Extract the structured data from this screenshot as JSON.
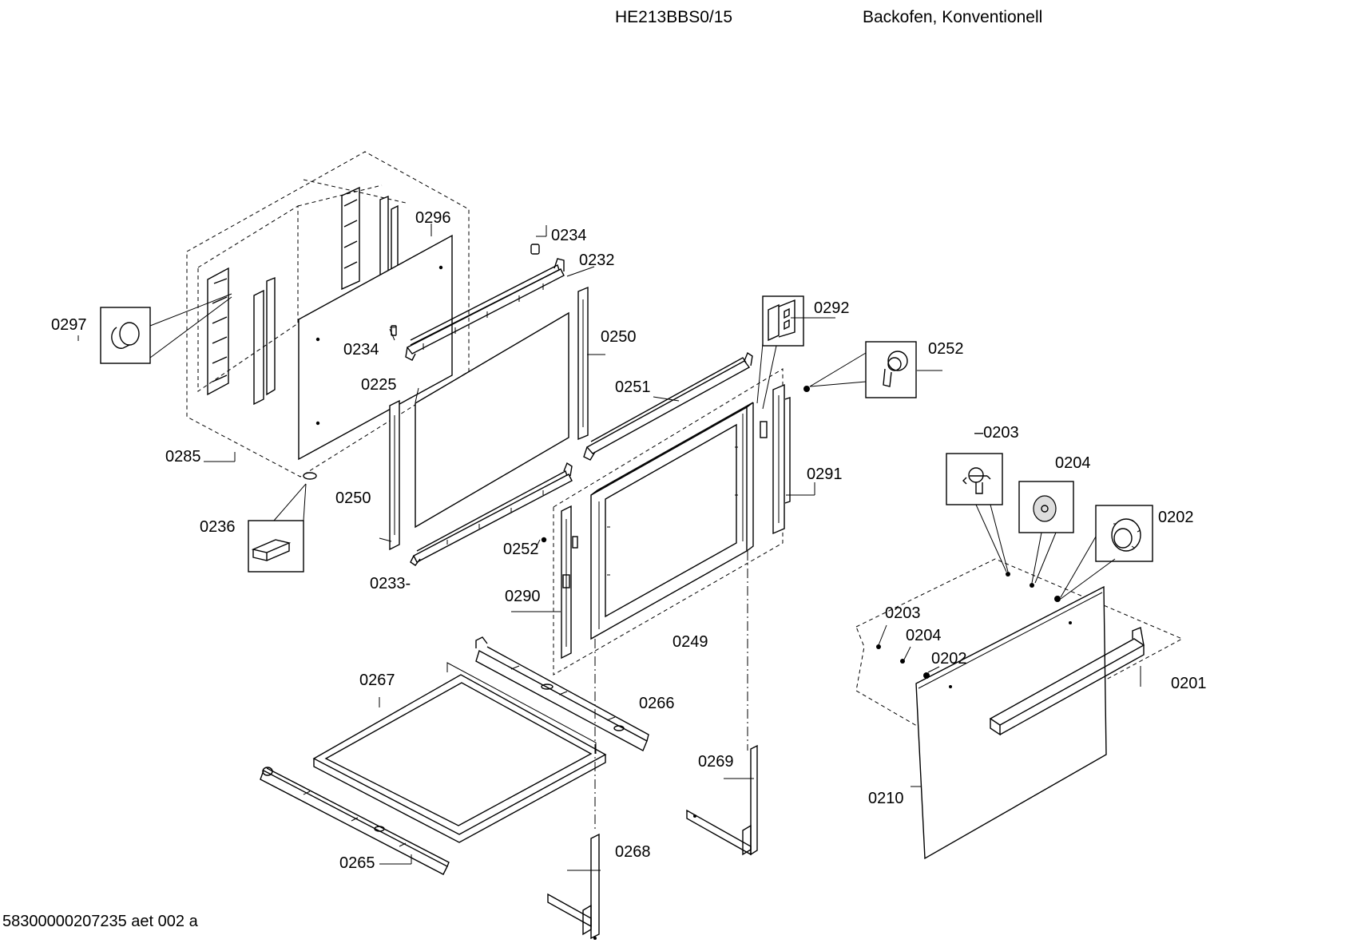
{
  "header": {
    "model": "HE213BBS0/15",
    "description": "Backofen, Konventionell"
  },
  "footer": {
    "document_id": "58300000207235 aet 002 a"
  },
  "parts": [
    {
      "id": "p0296",
      "label": "0296"
    },
    {
      "id": "p0234a",
      "label": "0234"
    },
    {
      "id": "p0232",
      "label": "0232"
    },
    {
      "id": "p0297",
      "label": "0297"
    },
    {
      "id": "p0234b",
      "label": "0234"
    },
    {
      "id": "p0250a",
      "label": "0250"
    },
    {
      "id": "p0292",
      "label": "0292"
    },
    {
      "id": "p0252a",
      "label": "0252"
    },
    {
      "id": "p0225",
      "label": "0225"
    },
    {
      "id": "p0251",
      "label": "0251"
    },
    {
      "id": "p0203a",
      "label": "–0203"
    },
    {
      "id": "p0285",
      "label": "0285"
    },
    {
      "id": "p0204a",
      "label": "0204"
    },
    {
      "id": "p0291",
      "label": "0291"
    },
    {
      "id": "p0250b",
      "label": "0250"
    },
    {
      "id": "p0202a",
      "label": "0202"
    },
    {
      "id": "p0236",
      "label": "0236"
    },
    {
      "id": "p0252b",
      "label": "0252"
    },
    {
      "id": "p0233",
      "label": "0233-"
    },
    {
      "id": "p0290",
      "label": "0290"
    },
    {
      "id": "p0203b",
      "label": "0203"
    },
    {
      "id": "p0249",
      "label": "0249"
    },
    {
      "id": "p0204b",
      "label": "0204"
    },
    {
      "id": "p0202b",
      "label": "0202"
    },
    {
      "id": "p0267",
      "label": "0267"
    },
    {
      "id": "p0201",
      "label": "0201"
    },
    {
      "id": "p0266",
      "label": "0266"
    },
    {
      "id": "p0269",
      "label": "0269"
    },
    {
      "id": "p0210",
      "label": "0210"
    },
    {
      "id": "p0268",
      "label": "0268"
    },
    {
      "id": "p0265",
      "label": "0265"
    }
  ]
}
